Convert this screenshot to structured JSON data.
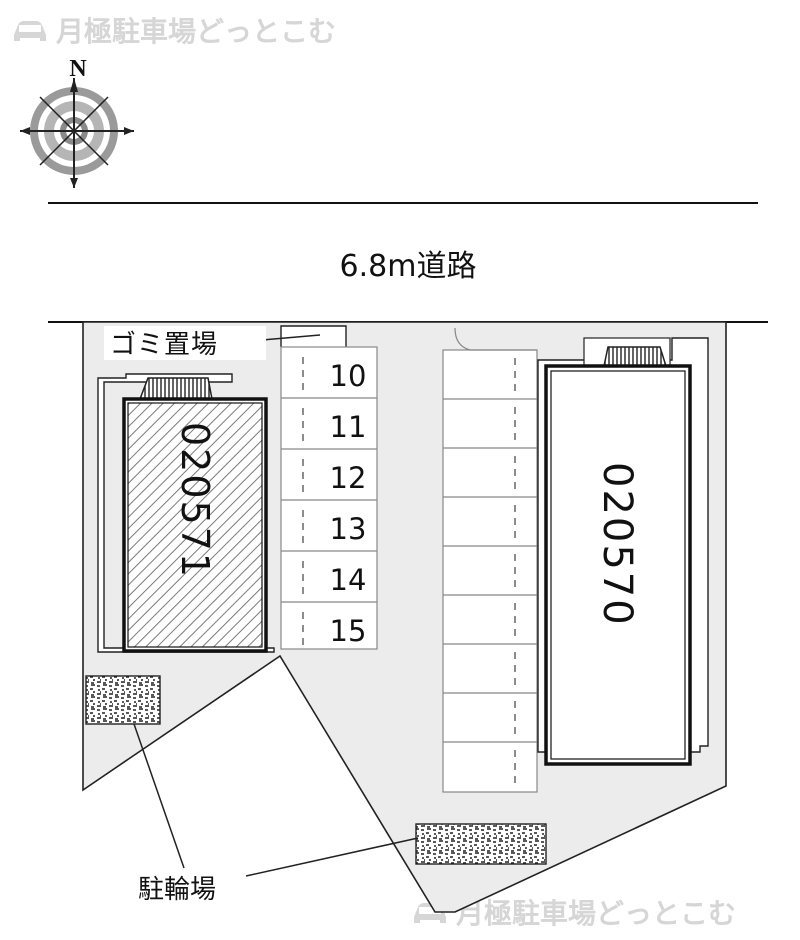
{
  "watermark": {
    "text": "月極駐車場どっとこむ"
  },
  "compass": {
    "north_label": "N"
  },
  "road": {
    "label": "6.8m道路"
  },
  "labels": {
    "garbage": "ゴミ置場",
    "bicycle_parking": "駐輪場"
  },
  "buildings": [
    {
      "id": "020571"
    },
    {
      "id": "020570"
    }
  ],
  "parking_spaces": [
    "10",
    "11",
    "12",
    "13",
    "14",
    "15"
  ],
  "colors": {
    "lot_fill": "#ececec",
    "stroke": "#222222",
    "watermark": "#d6d6d6"
  }
}
